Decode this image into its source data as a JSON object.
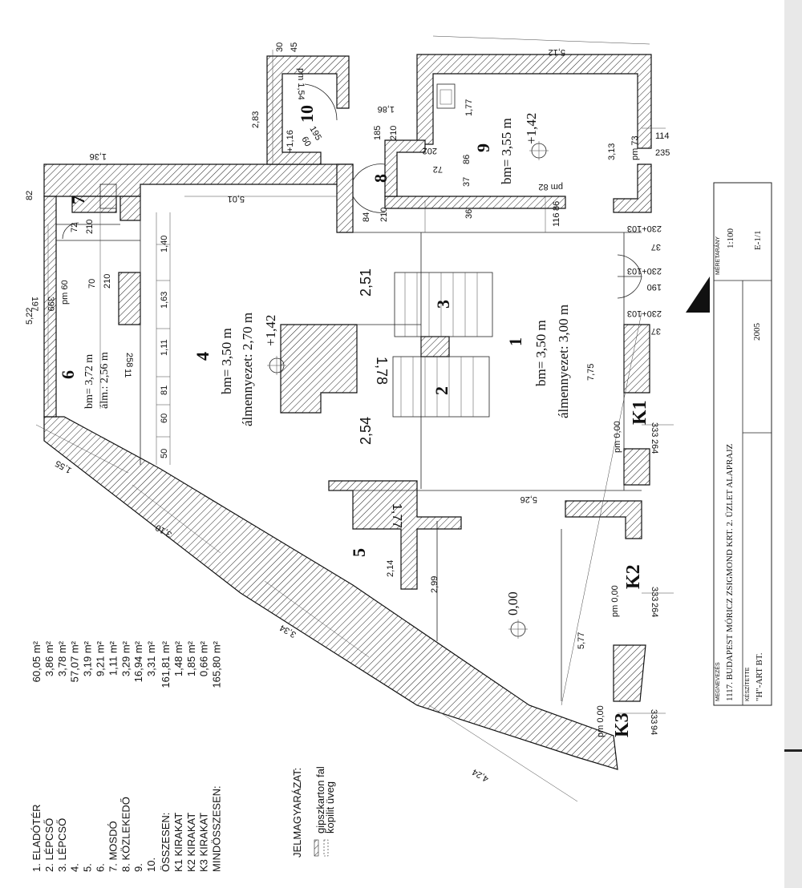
{
  "rooms": {
    "r1": "1",
    "r2": "2",
    "r3": "3",
    "r4": "4",
    "r5": "5",
    "r6": "6",
    "r7": "7",
    "r8": "8",
    "r9": "9",
    "r10": "10",
    "k1": "K1",
    "k2": "K2",
    "k3": "K3"
  },
  "room_texts": {
    "r1_bm": "bm= 3,50 m",
    "r1_alm": "álmennyezet: 3,00 m",
    "r4_bm": "bm= 3,50 m",
    "r4_alm": "álmennyezet: 2,70 m",
    "r4_level": "+1,42",
    "r6_bm": "bm= 3,72 m",
    "r6_alm": "álm.: 2,56 m",
    "r9_bm": "bm= 3,55 m",
    "r9_level": "+1,42",
    "r5_level": "0,00",
    "r10_level": "+1,16",
    "r10_pm": "pm 1,54"
  },
  "dims": {
    "d30": "30",
    "d45": "45",
    "d512": "5,12",
    "d283": "2,83",
    "d195": "195",
    "d60a": "60",
    "d186": "1,86",
    "d177a": "1,77",
    "d185": "185",
    "d210a": "210",
    "d202": "202",
    "d72a": "72",
    "d86a": "86",
    "d37a": "37",
    "d313": "3,13",
    "pm73": "pm 73",
    "d114": "114",
    "d235": "235",
    "pm82": "pm 82",
    "d116": "116",
    "d86b": "86",
    "d36": "36",
    "d84": "84",
    "d210b": "210",
    "d501": "5,01",
    "d136": "1,36",
    "d82": "82",
    "d72b": "72",
    "d210c": "210",
    "d70": "70",
    "d210d": "210",
    "pm60": "pm 60",
    "d197": "197",
    "d399": "399",
    "d522": "5,22",
    "d140": "1,40",
    "d163": "1,63",
    "d111": "1,11",
    "d81": "81",
    "d60b": "60",
    "d50": "50",
    "d258": "258",
    "d11": "11",
    "d251": "2,51",
    "d178": "1,78",
    "d254": "2,54",
    "d177b": "1,77",
    "d214": "2,14",
    "d299": "2,99",
    "d155": "1,55",
    "d310": "3,10",
    "d334": "3,34",
    "d577": "5,77",
    "d424": "4,24",
    "d526": "5,26",
    "d775": "7,75",
    "d230a": "230+103",
    "d37b": "37",
    "d230b": "230+103",
    "d190": "190",
    "d230c": "230+103",
    "d37c": "37",
    "pm000a": "pm 0,00",
    "d333a": "333",
    "d264a": "264",
    "pm000b": "pm 0,00",
    "d333b": "333",
    "d264b": "264",
    "pm000c": "pm 0,00",
    "d333c": "333",
    "d94": "94"
  },
  "legend_rows": [
    {
      "name": "1. ELADÓTÉR",
      "area": "60,05 m²"
    },
    {
      "name": "2. LÉPCSŐ",
      "area": "3,86 m²"
    },
    {
      "name": "3. LÉPCSŐ",
      "area": "3,78 m²"
    },
    {
      "name": "4.",
      "area": "57,07 m²"
    },
    {
      "name": "5.",
      "area": "3,19 m²"
    },
    {
      "name": "6.",
      "area": "9,21 m²"
    },
    {
      "name": "7. MOSDÓ",
      "area": "1,11 m²"
    },
    {
      "name": "8. KÖZLEKEDŐ",
      "area": "3,29 m²"
    },
    {
      "name": "9.",
      "area": "16,94 m²"
    },
    {
      "name": "10.",
      "area": "3,31 m²"
    },
    {
      "name": "ÖSSZESEN:",
      "area": "161,81 m²"
    },
    {
      "name": "K1 KIRAKAT",
      "area": "1,48 m²"
    },
    {
      "name": "K2 KIRAKAT",
      "area": "1,85 m²"
    },
    {
      "name": "K3 KIRAKAT",
      "area": "0,66 m²"
    },
    {
      "name": "MINDÖSSZESEN:",
      "area": "165,80 m²"
    }
  ],
  "jelmagyarazat": {
    "title": "JELMAGYARÁZAT:",
    "item1": "gipszkarton fal",
    "item2": "kopilit üveg"
  },
  "titleblock": {
    "megnevezes_label": "MEGNEVEZÉS",
    "megnevezes": "1117. BUDAPEST MÓRICZ ZSIGMOND KRT. 2. ÜZLET ALAPRAJZ",
    "keszitette_label": "KÉSZÍTETTE",
    "keszitette": "\"H\"-ART BT.",
    "year": "2005",
    "meretarany_label": "MÉRETARÁNY",
    "meretarany": "1:100",
    "sheet": "E-1/1"
  }
}
